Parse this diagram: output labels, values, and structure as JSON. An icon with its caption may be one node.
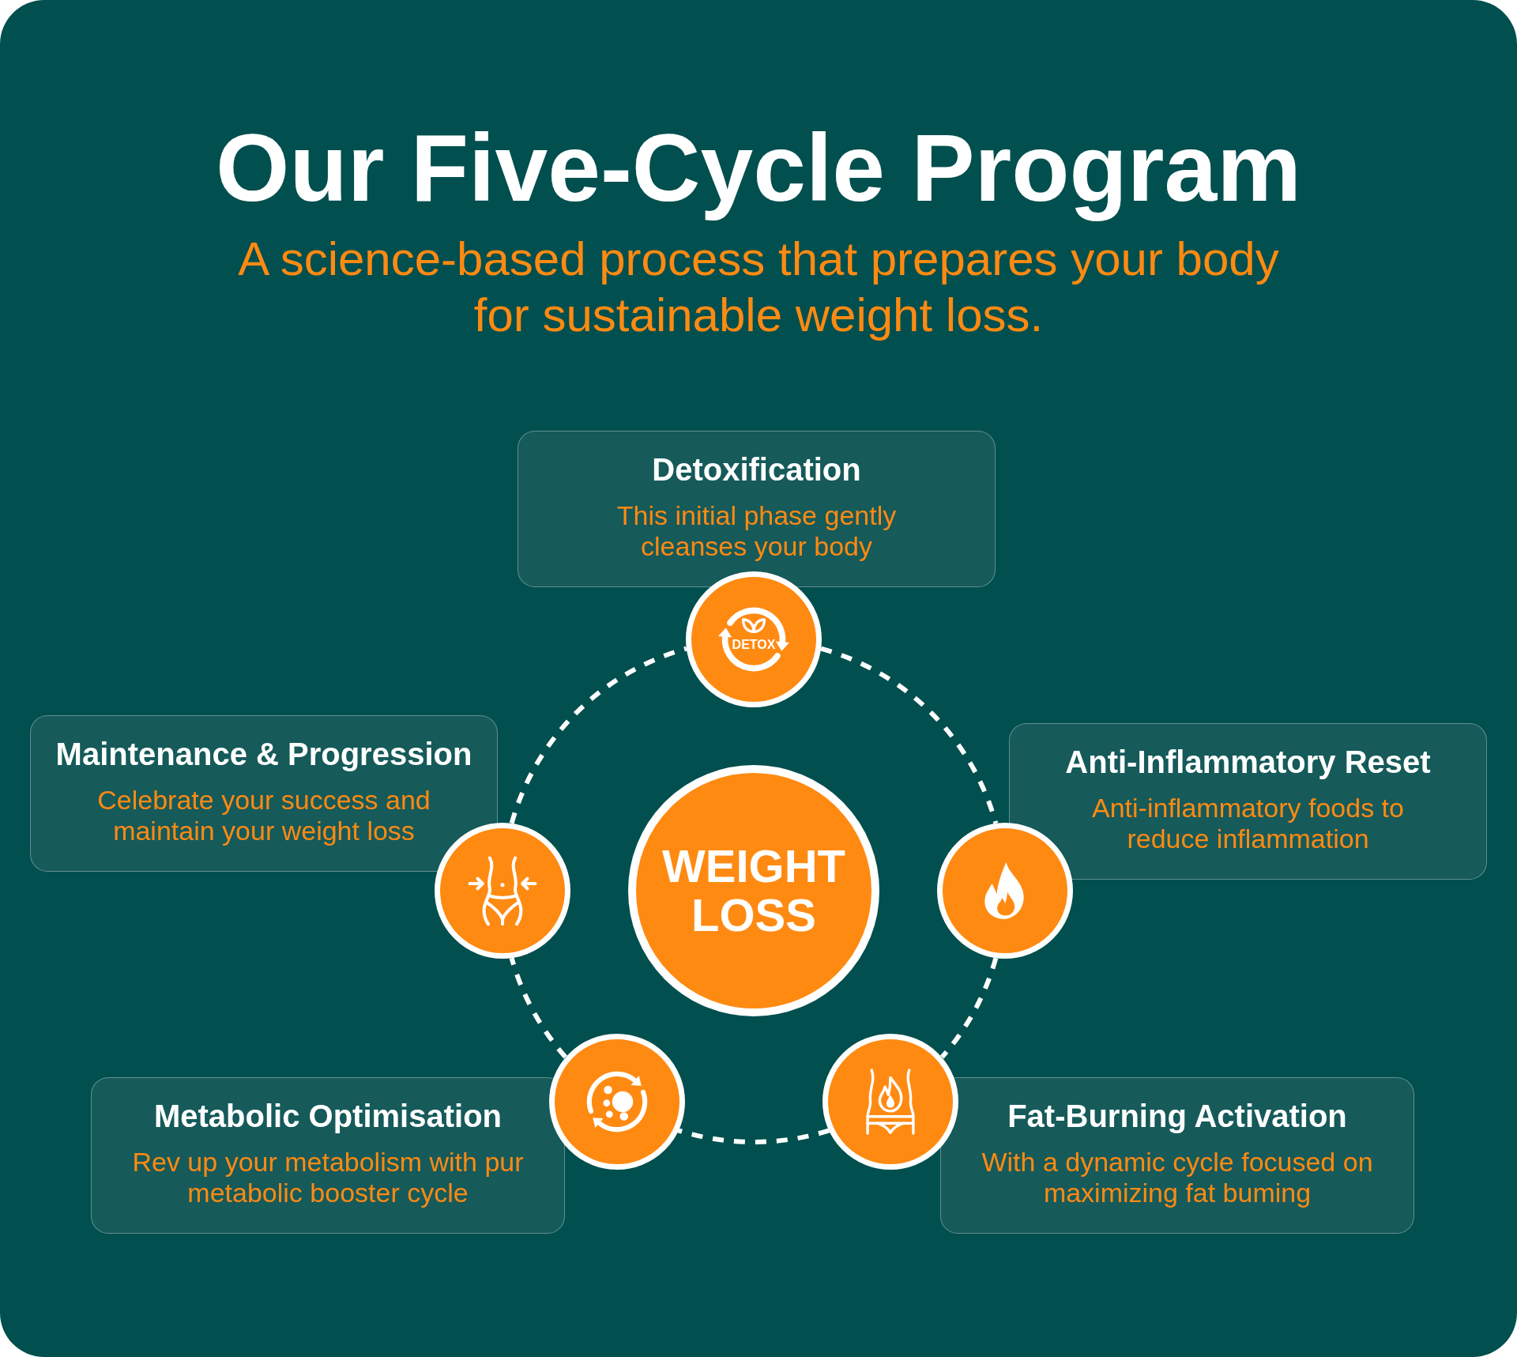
{
  "diagram": {
    "title": "Our Five-Cycle Program",
    "nodes": [
      {
        "text": [
          "Detoxification",
          "This initial phase gently cleanses your body"
        ]
      },
      {
        "text": [
          "DETOX"
        ]
      },
      {
        "text": [
          "Maintenance & Progression",
          "Celebrate your success and maintain your weight loss"
        ]
      },
      {
        "text": [
          "Anti-Inflammatory Reset",
          "Anti-inflammatory foods to reduce inflammation"
        ]
      },
      {
        "text": [],
        "shape": "circle"
      },
      {
        "text": [
          "WEIGHT LOSS"
        ]
      },
      {
        "text": [],
        "shape": "circle"
      },
      {
        "text": [
          "Metabolic Optimisation",
          "Rev up your metabolism with pur metabolic booster cycle"
        ]
      },
      {
        "text": [],
        "shape": "circle"
      },
      {
        "text": [],
        "shape": "circle"
      },
      {
        "text": [
          "Fat-Burning Activation",
          "With a dynamic cycle focused on maximizing fat buming"
        ]
      }
    ],
    "edges": [
      {
        "from": 1,
        "to": 6,
        "arrow": "none",
        "style": "dashed"
      },
      {
        "from": 6,
        "to": 9,
        "arrow": "none",
        "style": "dashed"
      },
      {
        "from": 9,
        "to": 8,
        "arrow": "none",
        "style": "dashed"
      },
      {
        "from": 8,
        "to": 4,
        "arrow": "none",
        "style": "dashed"
      },
      {
        "from": 4,
        "to": 1,
        "arrow": "none",
        "style": "dashed"
      }
    ],
    "labels": [
      "A science-based process that prepares your body for sustainable weight loss."
    ]
  }
}
